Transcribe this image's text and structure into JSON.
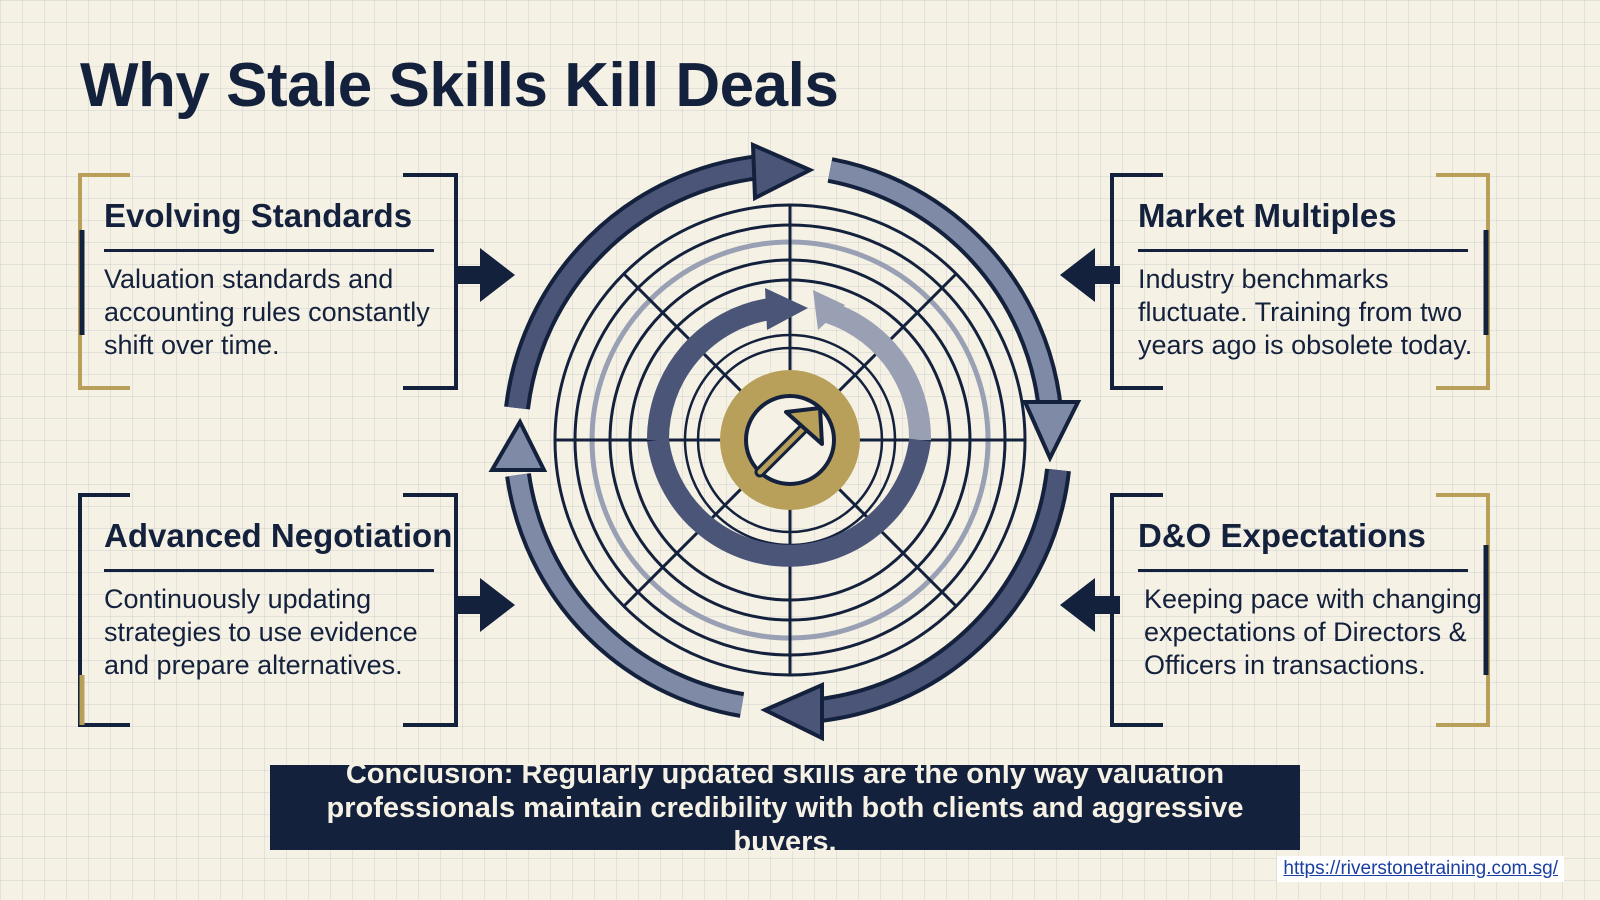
{
  "title": "Why Stale Skills Kill Deals",
  "cards": {
    "evolving": {
      "title": "Evolving Standards",
      "text": "Valuation standards and accounting rules constantly shift over time."
    },
    "market": {
      "title": "Market Multiples",
      "text": "Industry benchmarks fluctuate. Training from two years ago is obsolete today."
    },
    "negotiation": {
      "title": "Advanced Negotiation",
      "text": "Continuously updating strategies to use evidence and prepare alternatives."
    },
    "do": {
      "title": "D&O Expectations",
      "text": "Keeping pace with changing expectations of Directors & Officers in transactions."
    }
  },
  "conclusion": "Conclusion: Regularly updated skills are the only way valuation professionals maintain credibility with both clients and aggressive buyers.",
  "footer_link": "https://riverstonetraining.com.sg/",
  "colors": {
    "navy": "#14213d",
    "gold": "#b8a05a",
    "slate": "#4a5578",
    "grey_blue": "#7f8aa6",
    "background": "#f5f1e4"
  },
  "icons": {
    "center": "upward-arrow-icon",
    "cycle": "circular-arrows-icon"
  }
}
